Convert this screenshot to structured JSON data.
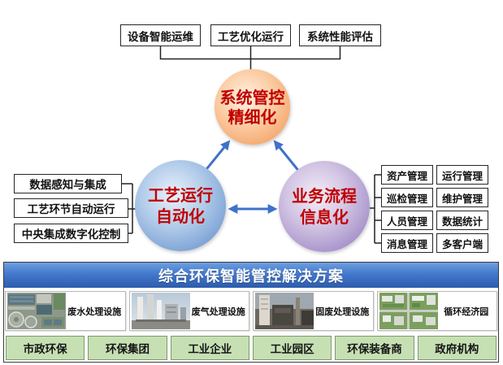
{
  "top_features": [
    "设备智能运维",
    "工艺优化运行",
    "系统性能评估"
  ],
  "hub": {
    "top": {
      "line1": "系统管控",
      "line2": "精细化"
    },
    "left": {
      "line1": "工艺运行",
      "line2": "自动化"
    },
    "right": {
      "line1": "业务流程",
      "line2": "信息化"
    }
  },
  "left_features": [
    "数据感知与集成",
    "工艺环节自动运行",
    "中央集成数字化控制"
  ],
  "right_features": [
    [
      "资产管理",
      "运行管理"
    ],
    [
      "巡检管理",
      "维护管理"
    ],
    [
      "人员管理",
      "数据统计"
    ],
    [
      "消息管理",
      "多客户端"
    ]
  ],
  "solution": {
    "title": "综合环保智能管控解决方案",
    "facilities": [
      {
        "label": "废水处理设施",
        "image": "wastewater-plant-photo"
      },
      {
        "label": "废气处理设施",
        "image": "exhaust-gas-towers-photo"
      },
      {
        "label": "固废处理设施",
        "image": "solid-waste-plant-photo"
      },
      {
        "label": "循环经济园",
        "image": "eco-industrial-park-photo"
      }
    ],
    "customers": [
      "市政环保",
      "环保集团",
      "工业企业",
      "工业园区",
      "环保装备商",
      "政府机构"
    ]
  },
  "colors": {
    "circle_text": "#c00000",
    "top_circle": "#ea9252",
    "left_circle": "#5a86c6",
    "right_circle": "#866db5",
    "arrow": "#3f72c8",
    "title_bar": "#2d5cad",
    "customer_fill": "#c6e0b4"
  }
}
